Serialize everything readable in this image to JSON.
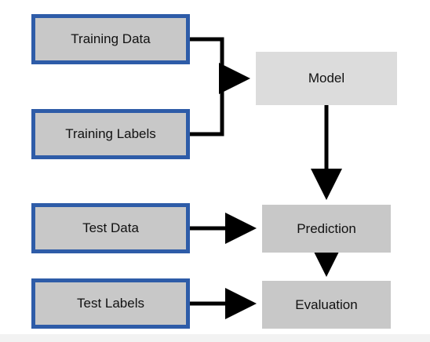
{
  "diagram": {
    "nodes": {
      "training_data": "Training Data",
      "training_labels": "Training Labels",
      "test_data": "Test Data",
      "test_labels": "Test Labels",
      "model": "Model",
      "prediction": "Prediction",
      "evaluation": "Evaluation"
    },
    "edges": [
      {
        "from": "training_data",
        "to": "model"
      },
      {
        "from": "training_labels",
        "to": "model"
      },
      {
        "from": "model",
        "to": "prediction"
      },
      {
        "from": "test_data",
        "to": "prediction"
      },
      {
        "from": "prediction",
        "to": "evaluation"
      },
      {
        "from": "test_labels",
        "to": "evaluation"
      }
    ]
  },
  "colors": {
    "input_border": "#2e5ca8",
    "input_fill": "#c8c8c8",
    "model_fill": "#dcdcdc",
    "process_fill": "#c8c8c8",
    "arrow": "#000000"
  }
}
